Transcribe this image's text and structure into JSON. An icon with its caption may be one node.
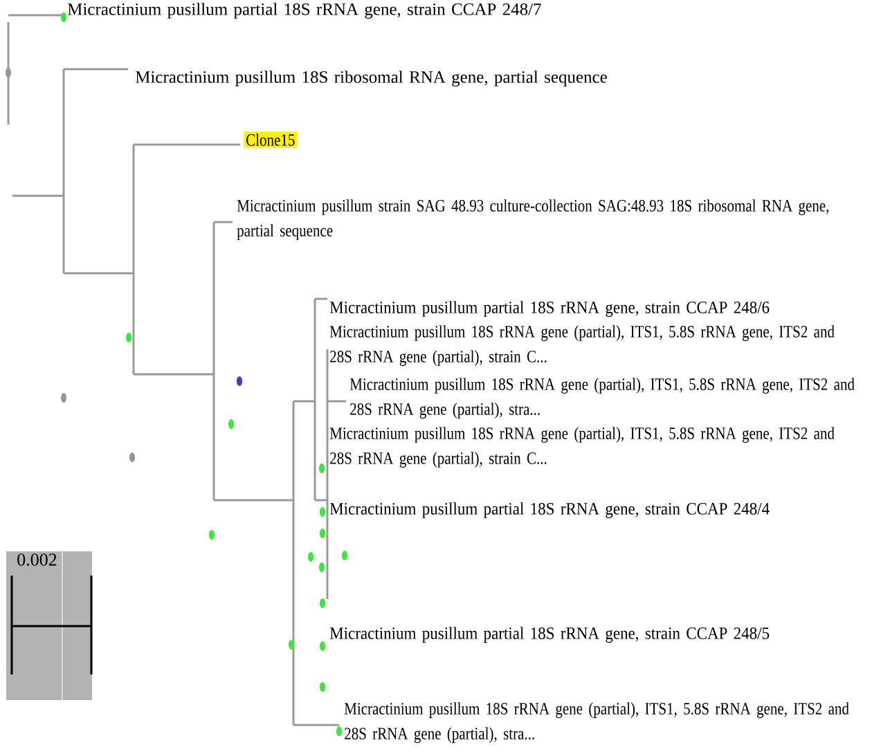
{
  "diagram": {
    "nodes": [
      {
        "text": [
          "Micractinium pusillum partial 18S rRNA gene, strain CCAP 248/7"
        ]
      },
      {
        "text": [
          "Micractinium pusillum 18S ribosomal RNA gene, partial sequence"
        ]
      },
      {
        "text": [
          "Clone15"
        ]
      },
      {
        "text": [
          "Micractinium pusillum strain SAG 48.93 culture-collection SAG:48.93 18S ribosomal RNA gene, partial sequence"
        ]
      },
      {
        "text": [
          "Micractinium pusillum partial 18S rRNA gene, strain CCAP 248/6"
        ]
      },
      {
        "text": [
          "Micractinium pusillum 18S rRNA gene (partial), ITS1, 5.8S rRNA gene, ITS2 and 28S rRNA gene (partial), strain C..."
        ]
      },
      {
        "text": [
          "Micractinium pusillum 18S rRNA gene (partial), ITS1, 5.8S rRNA gene, ITS2 and 28S rRNA gene (partial), stra..."
        ]
      },
      {
        "text": [
          "Micractinium pusillum 18S rRNA gene (partial), ITS1, 5.8S rRNA gene, ITS2 and 28S rRNA gene (partial), strain C..."
        ]
      },
      {
        "text": [
          "Micractinium pusillum partial 18S rRNA gene, strain CCAP 248/4"
        ]
      },
      {
        "text": [
          "Micractinium pusillum partial 18S rRNA gene, strain CCAP 248/5"
        ]
      },
      {
        "text": [
          "Micractinium pusillum 18S rRNA gene (partial), ITS1, 5.8S rRNA gene, ITS2 and 28S rRNA gene (partial), stra..."
        ]
      }
    ],
    "labels": [
      "0.002"
    ]
  }
}
